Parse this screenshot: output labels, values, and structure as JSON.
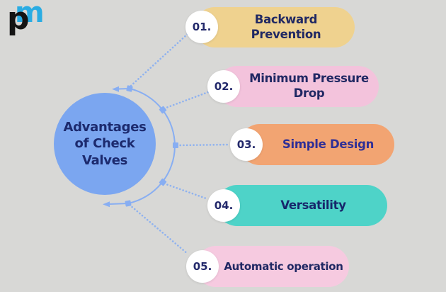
{
  "canvas": {
    "background": "#d8d8d6"
  },
  "logo": {
    "blue_letter": "m",
    "black_letter": "p",
    "blue": "#2aace3",
    "black": "#141414"
  },
  "colors": {
    "connector": "#88aef2",
    "badge_background": "#ffffff",
    "badge_text": "#23296b"
  },
  "center": {
    "label": "Advantages of Check Valves",
    "fill": "#7ba6f0",
    "text_color": "#1c2a6e"
  },
  "items": [
    {
      "number": "01.",
      "label": "Backward Prevention",
      "fill": "#efd28f",
      "text_color": "#202863"
    },
    {
      "number": "02.",
      "label": "Minimum Pressure Drop",
      "fill": "#f3c3dc",
      "text_color": "#202863"
    },
    {
      "number": "03.",
      "label": "Simple Design",
      "fill": "#f2a472",
      "text_color": "#2f2f96"
    },
    {
      "number": "04.",
      "label": "Versatility",
      "fill": "#4ed3c8",
      "text_color": "#17276b"
    },
    {
      "number": "05.",
      "label": "Automatic operation",
      "fill": "#f6cae0",
      "text_color": "#202863"
    }
  ]
}
